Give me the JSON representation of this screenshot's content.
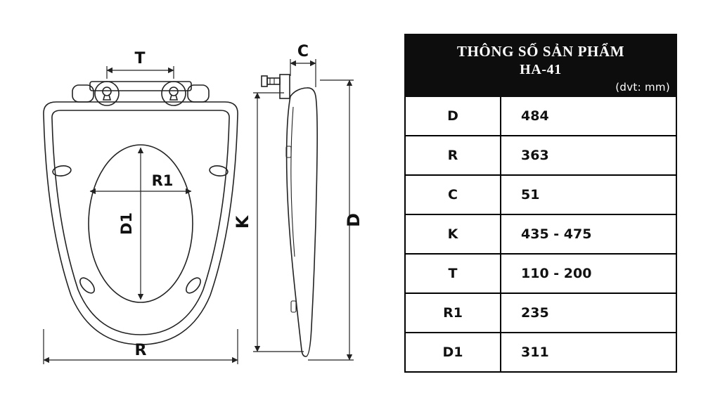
{
  "table": {
    "title_line1": "THÔNG SỐ SẢN PHẨM",
    "title_line2": "HA-41",
    "unit": "(dvt: mm)",
    "rows": [
      {
        "param": "D",
        "value": "484"
      },
      {
        "param": "R",
        "value": "363"
      },
      {
        "param": "C",
        "value": "51"
      },
      {
        "param": "K",
        "value": "435 - 475"
      },
      {
        "param": "T",
        "value": "110 - 200"
      },
      {
        "param": "R1",
        "value": "235"
      },
      {
        "param": "D1",
        "value": "311"
      }
    ]
  },
  "diagram": {
    "labels": {
      "t": "T",
      "r1": "R1",
      "d1": "D1",
      "r": "R",
      "c": "C",
      "k": "K",
      "d": "D"
    }
  },
  "colors": {
    "line": "#222222",
    "header_bg": "#0d0d0d"
  }
}
